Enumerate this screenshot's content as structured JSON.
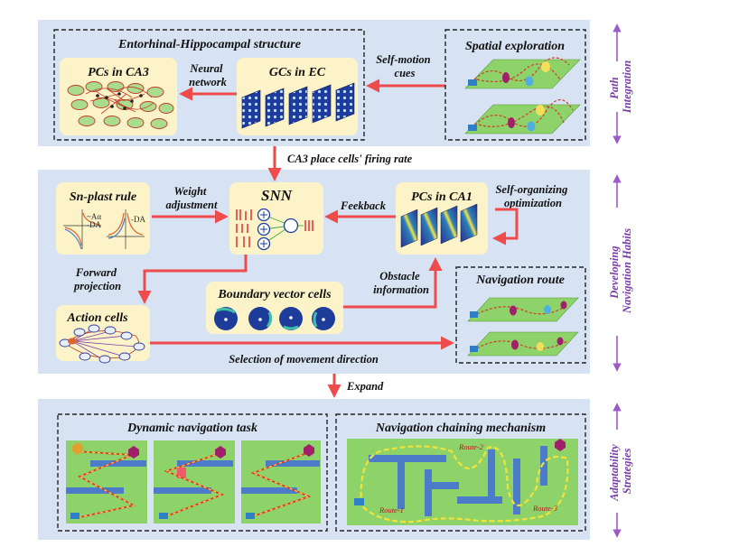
{
  "sections": {
    "path_integration": {
      "side_label_1": "Path",
      "side_label_2": "Integration",
      "ehs": {
        "title": "Entorhinal-Hippocampal structure",
        "pcs_ca3": "PCs in CA3",
        "gcs_ec": "GCs in EC",
        "neural_network_1": "Neural",
        "neural_network_2": "network"
      },
      "spatial_exploration": "Spatial exploration",
      "self_motion_1": "Self-motion",
      "self_motion_2": "cues"
    },
    "ca3_firing_rate": "CA3 place cells' firing rate",
    "developing": {
      "side_label_1": "Developing",
      "side_label_2": "Navigation Habits",
      "sn_plast": "Sn-plast rule",
      "weight_1": "Weight",
      "weight_2": "adjustment",
      "snn": "SNN",
      "feekback": "Feekback",
      "pcs_ca1": "PCs in CA1",
      "self_org_1": "Self-organizing",
      "self_org_2": "optimization",
      "forward_1": "Forward",
      "forward_2": "projection",
      "obstacle_1": "Obstacle",
      "obstacle_2": "information",
      "bvc": "Boundary vector cells",
      "nav_route": "Navigation route",
      "action_cells": "Action cells",
      "selection": "Selection of movement direction",
      "legend_ltp": "~Aα",
      "legend_da1": "-DA",
      "legend_da2": "-DA"
    },
    "expand": "Expand",
    "adaptability": {
      "side_label_1": "Adaptability",
      "side_label_2": "Strategies",
      "dynamic_task": "Dynamic navigation task",
      "chaining": "Navigation chaining mechanism",
      "route1": "Route-1",
      "route2": "Route-2",
      "route3": "Route-3"
    }
  },
  "colors": {
    "panel": "#d7e2f3",
    "box": "#fdf3c9",
    "green": "#8ed36a",
    "arrow": "#ee4c4c",
    "purple": "#9b5cc7",
    "obstacle": "#4c7cc9"
  }
}
